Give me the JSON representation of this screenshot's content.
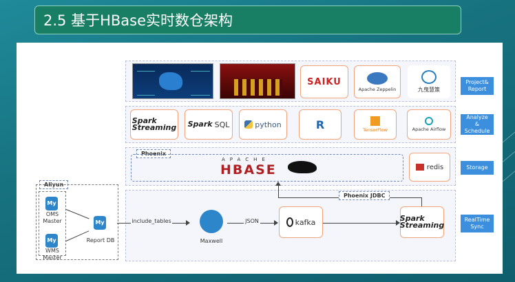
{
  "title": "2.5 基于HBase实时数仓架构",
  "layers": {
    "report": "Project&\nReport",
    "analyze": "Analyze\n&\nSchedule",
    "storage": "Storage",
    "sync": "RealTime\nSync"
  },
  "report_tools": {
    "saiku": "SAIKU",
    "zeppelin": "Apache Zeppelin",
    "jiushu": "九曳慧策"
  },
  "analyze_tools": {
    "spark_streaming_1": "Spark",
    "spark_streaming_2": "Streaming",
    "spark_sql_1": "Spark",
    "spark_sql_2": "SQL",
    "python": "python",
    "r": "R",
    "tensorflow": "TensorFlow",
    "airflow": "Apache Airflow"
  },
  "storage": {
    "phoenix": "Phoenix",
    "apache": "APACHE",
    "hbase": "HBASE",
    "redis": "redis"
  },
  "sync": {
    "aliyun": "Aliyun",
    "oms": "OMS\nMaster",
    "wms": "WMS\nMaster",
    "report_db": "Report DB",
    "include_tables": "include_tables",
    "maxwell": "Maxwell",
    "json": "JSON",
    "kafka": "kafka",
    "phoenix_jdbc": "Phoenix JDBC",
    "spark_1": "Spark",
    "spark_2": "Streaming",
    "my": "My"
  },
  "colors": {
    "accent_blue": "#3b8fdd",
    "tile_border": "#f1a37a",
    "title_bg": "#187f64"
  }
}
